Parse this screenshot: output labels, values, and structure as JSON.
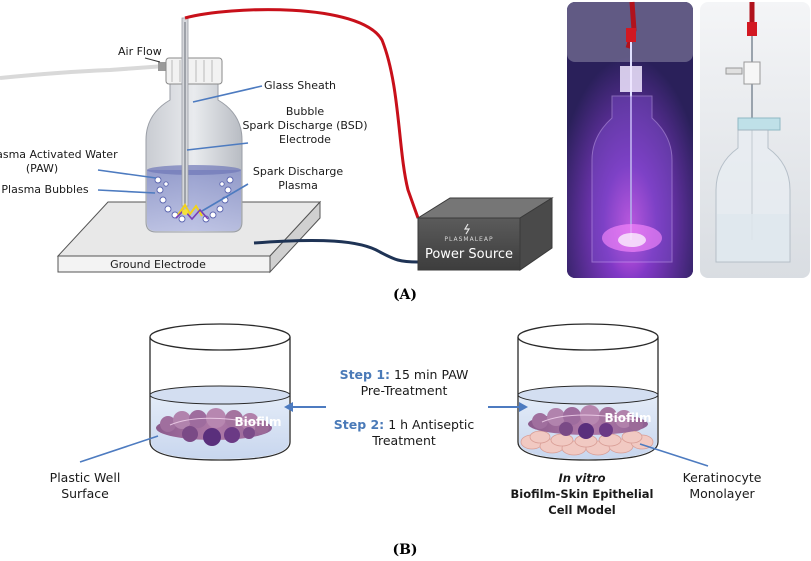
{
  "panel_a": {
    "caption": "(A)",
    "labels": {
      "air_flow": "Air Flow",
      "glass_sheath": "Glass Sheath",
      "bsd_line1": "Bubble",
      "bsd_line2": "Spark Discharge (BSD)",
      "bsd_line3": "Electrode",
      "paw_line1": "Plasma Activated Water",
      "paw_line2": "(PAW)",
      "plasma_bubbles": "Plasma Bubbles",
      "spark_line1": "Spark Discharge",
      "spark_line2": "Plasma",
      "ground_electrode": "Ground Electrode"
    },
    "power_source": {
      "brand": "PLASMALEAP",
      "title": "Power Source"
    },
    "colors": {
      "hv_cable": "#c8101a",
      "ground_cable": "#1e3355",
      "leader_lines": "#4d7bc0"
    }
  },
  "panel_b": {
    "caption": "(B)",
    "step1_key": "Step 1:",
    "step1_text": "15 min PAW",
    "step1_line2": "Pre-Treatment",
    "step2_key": "Step 2:",
    "step2_text": "1 h Antiseptic",
    "step2_line2": "Treatment",
    "left_well": {
      "biofilm": "Biofilm",
      "label_line1": "Plastic Well",
      "label_line2": "Surface"
    },
    "right_well": {
      "biofilm": "Biofilm",
      "model_line1": "In vitro",
      "model_line2": "Biofilm-Skin Epithelial",
      "model_line3": "Cell Model",
      "label_line1": "Keratinocyte",
      "label_line2": "Monolayer"
    }
  }
}
